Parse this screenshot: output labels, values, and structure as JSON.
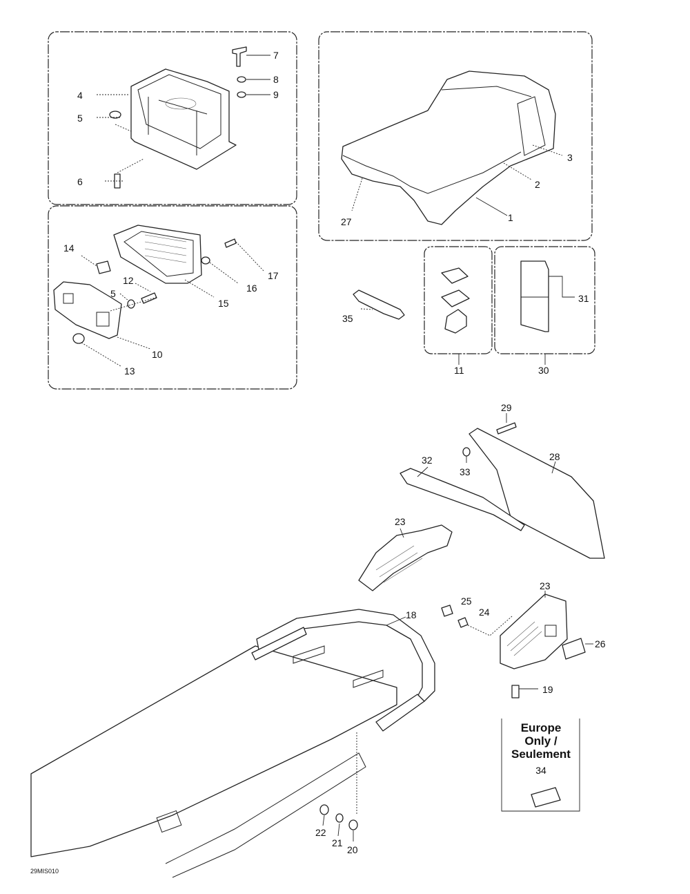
{
  "callouts": {
    "c1": "1",
    "c2": "2",
    "c3": "3",
    "c4": "4",
    "c5a": "5",
    "c5b": "5",
    "c6": "6",
    "c7": "7",
    "c8": "8",
    "c9": "9",
    "c10": "10",
    "c11": "11",
    "c12": "12",
    "c13": "13",
    "c14": "14",
    "c15": "15",
    "c16": "16",
    "c17": "17",
    "c18": "18",
    "c19": "19",
    "c20": "20",
    "c21": "21",
    "c22": "22",
    "c23a": "23",
    "c23b": "23",
    "c24": "24",
    "c25": "25",
    "c26": "26",
    "c27": "27",
    "c28": "28",
    "c29": "29",
    "c30": "30",
    "c31": "31",
    "c32": "32",
    "c33": "33",
    "c35": "35"
  },
  "note": {
    "line1": "Europe",
    "line2": "Only /",
    "line3": "Seulement",
    "part_number": "34"
  },
  "diagram_code": "29MIS010"
}
